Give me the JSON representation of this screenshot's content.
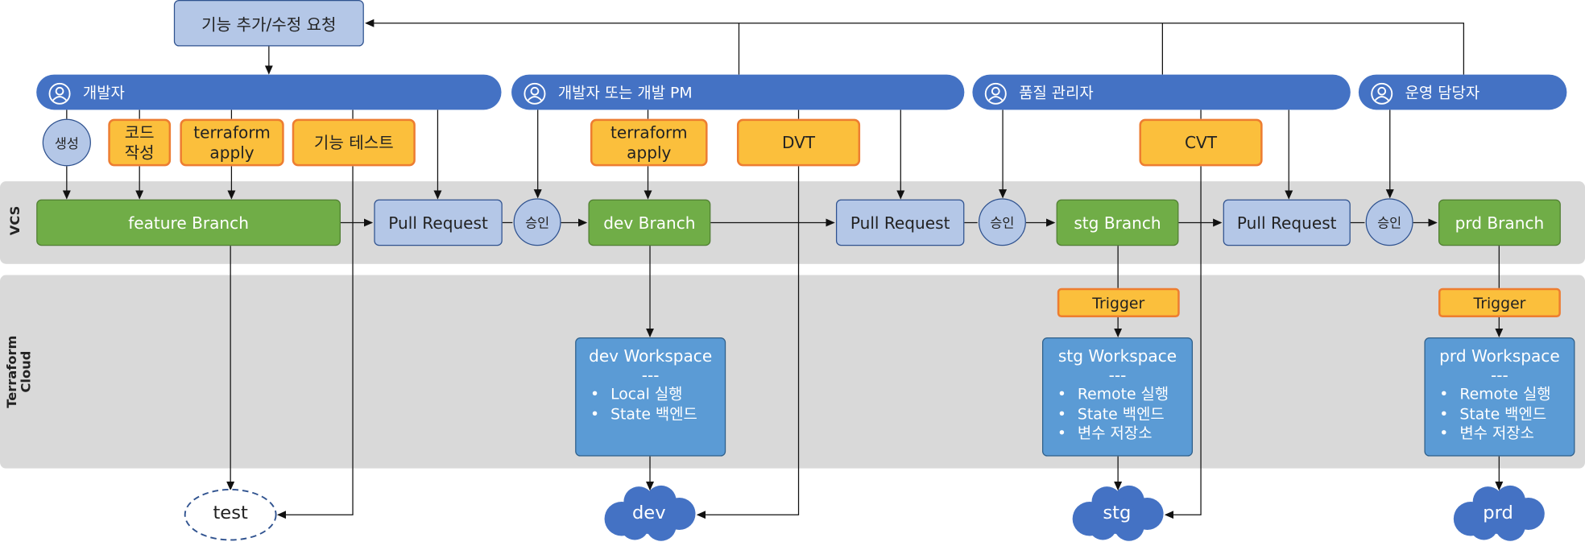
{
  "request": {
    "label": "기능 추가/수정 요청"
  },
  "roles": [
    {
      "label": "개발자"
    },
    {
      "label": "개발자 또는 개발 PM"
    },
    {
      "label": "품질 관리자"
    },
    {
      "label": "운영 담당자"
    }
  ],
  "lanes": {
    "vcs": "VCS",
    "tfc": "Terraform Cloud"
  },
  "tasks": {
    "create": "생성",
    "code": "코드 작성",
    "apply_dev": "terraform apply",
    "func_test": "기능 테스트",
    "apply_pm": "terraform apply",
    "dvt": "DVT",
    "cvt": "CVT"
  },
  "branches": {
    "feature": "feature Branch",
    "dev": "dev Branch",
    "stg": "stg Branch",
    "prd": "prd Branch"
  },
  "pull_requests": [
    "Pull Request",
    "Pull Request",
    "Pull Request"
  ],
  "approvals": [
    "승인",
    "승인",
    "승인"
  ],
  "triggers": [
    "Trigger",
    "Trigger"
  ],
  "workspaces": {
    "dev": {
      "title": "dev Workspace",
      "sep": "---",
      "items": [
        "Local 실행",
        "State 백엔드"
      ]
    },
    "stg": {
      "title": "stg Workspace",
      "sep": "---",
      "items": [
        "Remote 실행",
        "State 백엔드",
        "변수 저장소"
      ]
    },
    "prd": {
      "title": "prd Workspace",
      "sep": "---",
      "items": [
        "Remote 실행",
        "State 백엔드",
        "변수 저장소"
      ]
    }
  },
  "environments": {
    "test": "test",
    "dev": "dev",
    "stg": "stg",
    "prd": "prd"
  },
  "colors": {
    "role": "#4472c4",
    "request": "#b4c7e7",
    "task": "#fbbf3c",
    "task_border": "#ed7d31",
    "branch": "#70ad47",
    "workspace": "#5b9bd5",
    "lane": "#d9d9d9"
  }
}
